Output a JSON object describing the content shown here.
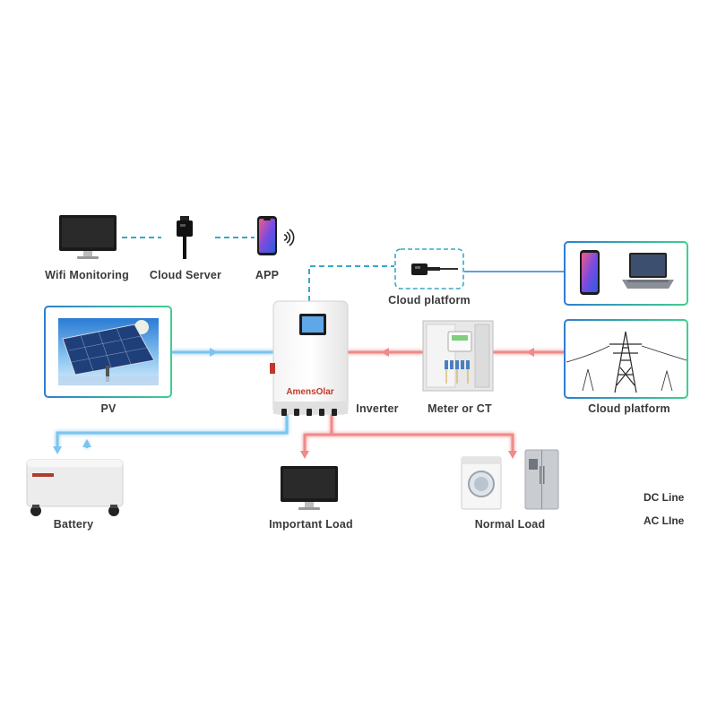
{
  "brand": {
    "logo_text": "AmensOlar"
  },
  "labels": {
    "wifi_monitoring": "Wifi Monitoring",
    "cloud_server": "Cloud Server",
    "app": "APP",
    "cloud_platform_top": "Cloud platform",
    "pv": "PV",
    "inverter": "Inverter",
    "meter_or_ct": "Meter or CT",
    "cloud_platform_grid": "Cloud platform",
    "battery": "Battery",
    "important_load": "Important Load",
    "normal_load": "Normal Load"
  },
  "legend": {
    "dc_line": "DC Line",
    "ac_line": "AC LIne"
  },
  "colors": {
    "dc": "#7cc4f0",
    "ac": "#f08a8a",
    "dashed": "#3aa7c9",
    "frame_blue": "#2f7fd0",
    "frame_green": "#3fcf8e",
    "label": "#3a3a3a"
  }
}
